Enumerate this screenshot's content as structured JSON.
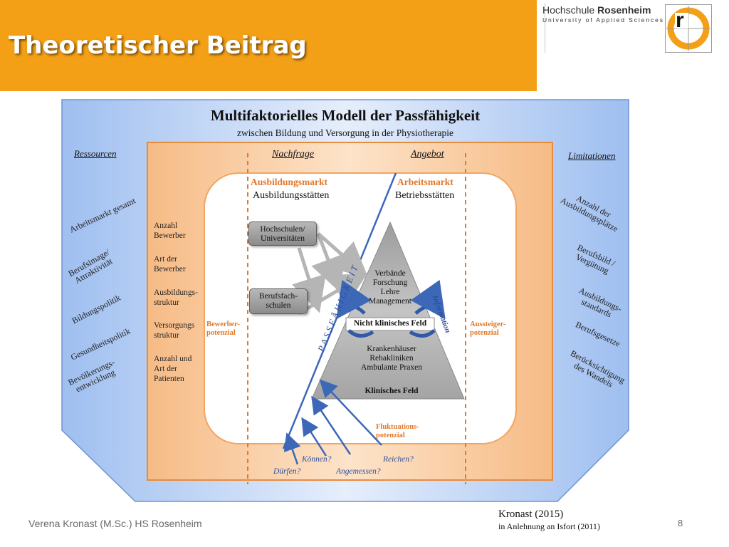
{
  "slide": {
    "title": "Theoretischer Beitrag",
    "footer_author": "Verena Kronast (M.Sc.) HS Rosenheim",
    "page_number": "8"
  },
  "logo": {
    "name_regular": "Hochschule ",
    "name_bold": "Rosenheim",
    "subtitle": "University of Applied Sciences",
    "mark_letter": "r"
  },
  "diagram": {
    "title": "Multifaktorielles Modell der Passfähigkeit",
    "subtitle": "zwischen Bildung und Versorgung  in der Physiotherapie",
    "ressourcen_heading": "Ressourcen",
    "limitationen_heading": "Limitationen",
    "nachfrage": "Nachfrage",
    "angebot": "Angebot",
    "ressourcen": [
      "Arbeitsmarkt gesamt",
      "Berufsimage/\nAttraktivität",
      "Bildungspolitik",
      "Gesundheitspolitik",
      "Bevölkerungs-\nentwicklung"
    ],
    "limitationen": [
      "Anzahl der\nAusbildungsplätze",
      "Berufsbild /\nVergütung",
      "Ausbildungs-\nstandards",
      "Berufsgesetze",
      "Berücksichtigung\ndes Wandels"
    ],
    "ausbildungsmarkt": "Ausbildungsmarkt",
    "ausbildungsstaetten": "Ausbildungsstätten",
    "arbeitsmarkt": "Arbeitsmarkt",
    "betriebsstaetten": "Betriebsstätten",
    "demand_items": [
      "Anzahl\nBewerber",
      "Art der\nBewerber",
      "Ausbildungs-\nstruktur",
      "Versorgungs\nstruktur",
      "Anzahl und\nArt der\nPatienten"
    ],
    "hochschulen": "Hochschulen/\nUniversitäten",
    "berufsfachschulen": "Berufsfach-\nschulen",
    "bewerberpotenzial": "Bewerber-\npotenzial",
    "aussteigerpotenzial": "Aussteiger-\npotenzial",
    "fluktuationspotenzial": "Fluktuations-\npotenzial",
    "passfaehigkeit": "P A S S F Ä H I G K E I T",
    "triangle_top": "Verbände\nForschung\nLehre\nManagement",
    "nicht_klinisches_feld": "Nicht klinisches Feld",
    "information": "Information",
    "triangle_bottom": "Krankenhäuser\nRehakliniken\nAmbulante Praxen",
    "klinisches_feld": "Klinisches Feld",
    "koennen": "Können?",
    "reichen": "Reichen?",
    "duerfen": "Dürfen?",
    "angemessen": "Angemessen?"
  },
  "citation": {
    "main": "Kronast (2015)",
    "sub": "in Anlehnung an Isfort (2011)"
  },
  "colors": {
    "header_orange": "#f4a016",
    "outer_blue": "#a9c6f3",
    "inner_orange": "#f7c596",
    "orange_text": "#e0782c",
    "blue_line": "#3d68b8",
    "triangle_gray": "#a8a8a8"
  }
}
